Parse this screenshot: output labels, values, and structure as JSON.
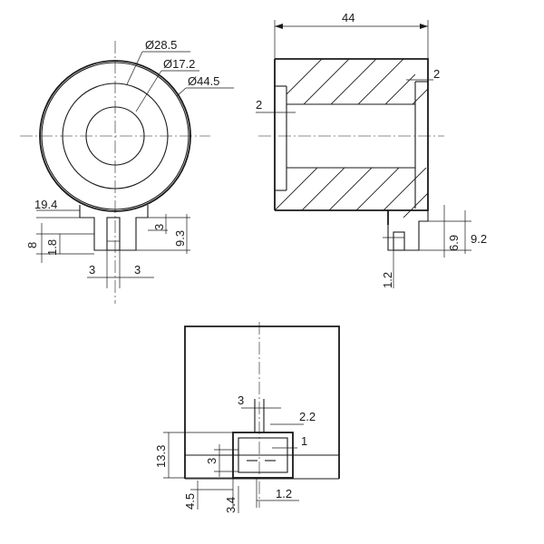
{
  "front_view": {
    "dia_outer": "Ø44.5",
    "dia_mid": "Ø28.5",
    "dia_inner": "Ø17.2",
    "dim_left_width": "19.4",
    "dim_height_8": "8",
    "dim_height_1_8": "1.8",
    "dim_right_3": "3",
    "dim_right_9_3": "9.3",
    "dim_bottom_3a": "3",
    "dim_bottom_3b": "3"
  },
  "side_view": {
    "length": "44",
    "wall_right": "2",
    "wall_left": "2",
    "dim_6_9": "6.9",
    "dim_9_2": "9.2",
    "dim_1_2": "1.2"
  },
  "bottom_view": {
    "dim_3_top": "3",
    "dim_2_2": "2.2",
    "dim_1": "1",
    "dim_13_3": "13.3",
    "dim_3_left": "3",
    "dim_4_5": "4.5",
    "dim_3_4": "3.4",
    "dim_1_2": "1.2"
  }
}
